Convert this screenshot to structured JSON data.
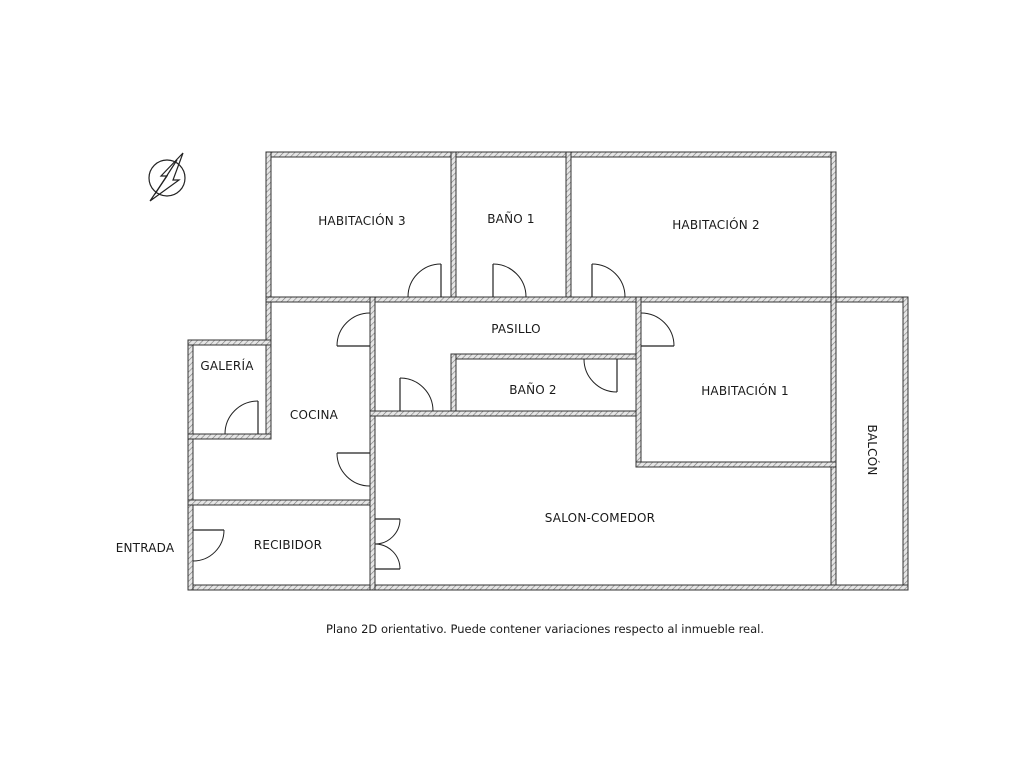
{
  "rooms": {
    "habitacion3": "HABITACIÓN 3",
    "bano1": "BAÑO 1",
    "habitacion2": "HABITACIÓN 2",
    "pasillo": "PASILLO",
    "galeria": "GALERÍA",
    "cocina": "COCINA",
    "bano2": "BAÑO 2",
    "habitacion1": "HABITACIÓN 1",
    "balcon": "BALCÓN",
    "salon": "SALON-COMEDOR",
    "recibidor": "RECIBIDOR",
    "entrada": "ENTRADA"
  },
  "note": "Plano 2D orientativo. Puede contener variaciones respecto al inmueble real.",
  "compass_icon": "north-arrow-icon",
  "colors": {
    "wall": "#444444",
    "text": "#1a1a1a",
    "background": "#ffffff"
  }
}
